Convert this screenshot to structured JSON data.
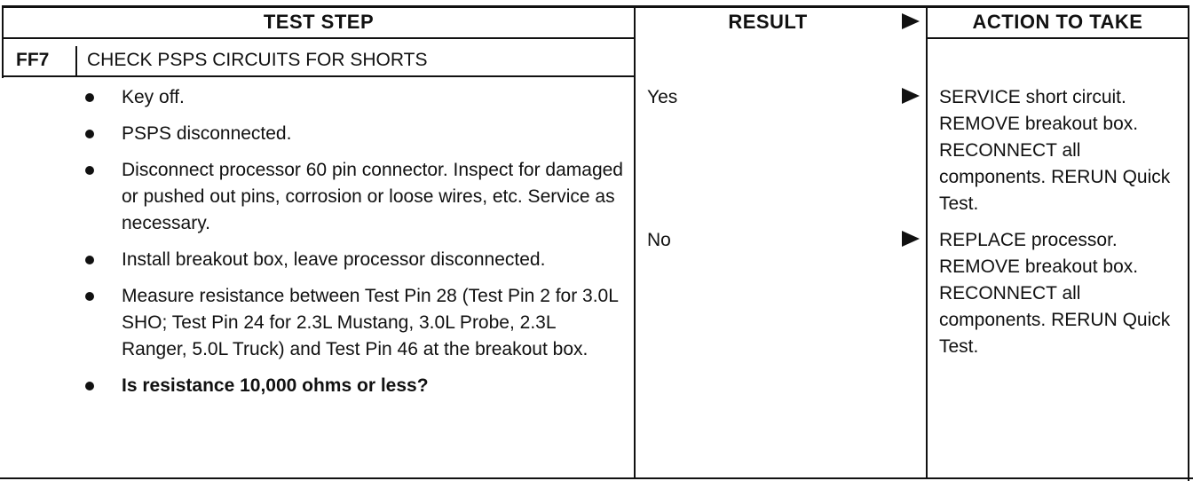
{
  "header": {
    "test_step": "TEST STEP",
    "result": "RESULT",
    "action": "ACTION TO TAKE"
  },
  "step": {
    "code": "FF7",
    "title": "CHECK PSPS CIRCUITS FOR SHORTS",
    "bullets": [
      "Key off.",
      "PSPS disconnected.",
      "Disconnect processor 60 pin connector. Inspect for damaged or pushed out pins, corrosion or loose wires, etc. Service as necessary.",
      "Install breakout box, leave processor disconnected.",
      "Measure resistance between Test Pin 28 (Test Pin 2 for 3.0L SHO; Test Pin 24 for 2.3L Mustang, 3.0L Probe, 2.3L Ranger, 5.0L Truck) and Test Pin 46 at the breakout box.",
      "Is resistance 10,000 ohms or less?"
    ]
  },
  "results": [
    {
      "label": "Yes",
      "action": "SERVICE short circuit. REMOVE breakout box. RECONNECT all components. RERUN Quick Test."
    },
    {
      "label": "No",
      "action": "REPLACE processor. REMOVE breakout box. RECONNECT all components. RERUN Quick Test."
    }
  ],
  "icons": {
    "arrow": "right-triangle-arrow-icon"
  }
}
